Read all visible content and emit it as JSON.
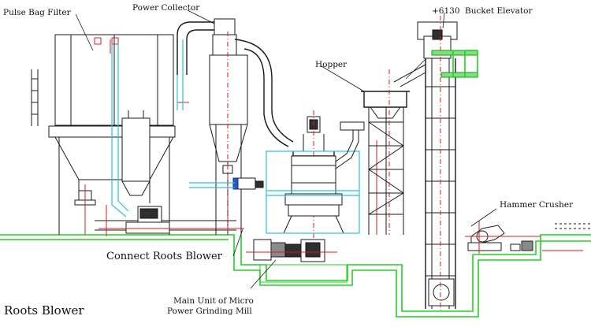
{
  "labels": {
    "pulse_bag_filter": "Pulse Bag Filter",
    "power_collector": "Power Collector",
    "elevation": "+6130",
    "bucket_elevator": "Bucket Elevator",
    "hopper": "Hopper",
    "hammer_crusher": "Hammer Crusher",
    "connect_roots_blower": "Connect Roots Blower",
    "main_unit_line1": "Main Unit of Micro",
    "main_unit_line2": "Power Grinding Mill",
    "roots_blower": "Roots Blower"
  },
  "colors": {
    "outline": "#1a1a1a",
    "air_duct": "#23c6d8",
    "foundation": "#1fd41f",
    "centerline": "#e0191f",
    "motor": "#2f2f2f"
  }
}
